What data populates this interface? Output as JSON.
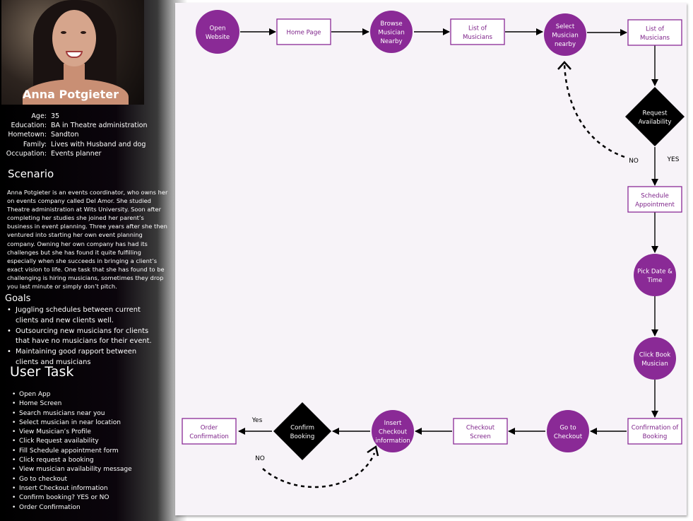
{
  "persona": {
    "name": "Anna Potgieter",
    "profile": [
      {
        "label": "Age:",
        "value": "35"
      },
      {
        "label": "Education:",
        "value": "BA in Theatre administration"
      },
      {
        "label": "Hometown:",
        "value": "Sandton"
      },
      {
        "label": "Family:",
        "value": "Lives with Husband and dog"
      },
      {
        "label": "Occupation:",
        "value": "Events planner"
      }
    ],
    "scenario_heading": "Scenario",
    "scenario_text": "Anna Potgieter is an events coordinator, who owns her on events company called Del Amor. She studied Theatre administration at Wits University. Soon after completing her studies she joined her parent’s business in event planning. Three years after she then ventured into starting her own event planning company.  Owning her own company has had its challenges but she has found it quite fulfilling especially when she succeeds in bringing a client’s exact vision to life. One task that she has found to be challenging is hiring musicians, sometimes they drop you last minute or simply don’t pitch.",
    "goals_heading": "Goals",
    "goals": [
      "Juggling schedules between current clients and new clients well.",
      "Outsourcing new musicians for clients that have no musicians for their event.",
      "Maintaining good rapport between clients and musicians"
    ],
    "user_task_heading": "User Task",
    "user_tasks": [
      "Open App",
      "Home Screen",
      "Search musicians near you",
      "Select musician in near location",
      "View Musician’s Profile",
      "Click Request availability",
      "Fill Schedule appointment form",
      "Click request a booking",
      "View musician availability message",
      "Go to checkout",
      "Insert Checkout information",
      "Confirm booking? YES or NO",
      "Order Confirmation"
    ]
  },
  "flow": {
    "nodes": {
      "open_website": {
        "lines": [
          "Open",
          "Website"
        ],
        "shape": "circle"
      },
      "home_page": {
        "lines": [
          "Home Page"
        ],
        "shape": "rect"
      },
      "browse_nearby": {
        "lines": [
          "Browse",
          "Musician",
          "Nearby"
        ],
        "shape": "circle"
      },
      "list_musicians_1": {
        "lines": [
          "List of",
          "Musicians"
        ],
        "shape": "rect"
      },
      "select_nearby": {
        "lines": [
          "Select",
          "Musician",
          "nearby"
        ],
        "shape": "circle"
      },
      "list_musicians_2": {
        "lines": [
          "List of",
          "Musicians"
        ],
        "shape": "rect"
      },
      "request_availability": {
        "lines": [
          "Request",
          "Availability"
        ],
        "shape": "diamond"
      },
      "schedule_appointment": {
        "lines": [
          "Schedule",
          "Appointment"
        ],
        "shape": "rect"
      },
      "pick_date_time": {
        "lines": [
          "Pick Date &",
          "Time"
        ],
        "shape": "circle"
      },
      "click_book": {
        "lines": [
          "Click Book",
          "Musician"
        ],
        "shape": "circle"
      },
      "confirmation_booking": {
        "lines": [
          "Confirmation of",
          "Booking"
        ],
        "shape": "rect"
      },
      "go_checkout": {
        "lines": [
          "Go to",
          "Checkout"
        ],
        "shape": "circle"
      },
      "checkout_screen": {
        "lines": [
          "Checkout",
          "Screen"
        ],
        "shape": "rect"
      },
      "insert_checkout": {
        "lines": [
          "Insert",
          "Checkout",
          "information"
        ],
        "shape": "circle"
      },
      "confirm_booking": {
        "lines": [
          "Confirm",
          "Booking"
        ],
        "shape": "diamond"
      },
      "order_confirmation": {
        "lines": [
          "Order",
          "Confirmation"
        ],
        "shape": "rect"
      }
    },
    "edge_labels": {
      "request_no": "NO",
      "request_yes": "YES",
      "confirm_yes": "Yes",
      "confirm_no": "NO"
    }
  },
  "colors": {
    "circle_fill": "#8a2a96",
    "rect_border": "#8a2a96",
    "rect_text": "#7d2289",
    "diamond_fill": "#000000",
    "canvas_bg": "#f7f3f8"
  }
}
